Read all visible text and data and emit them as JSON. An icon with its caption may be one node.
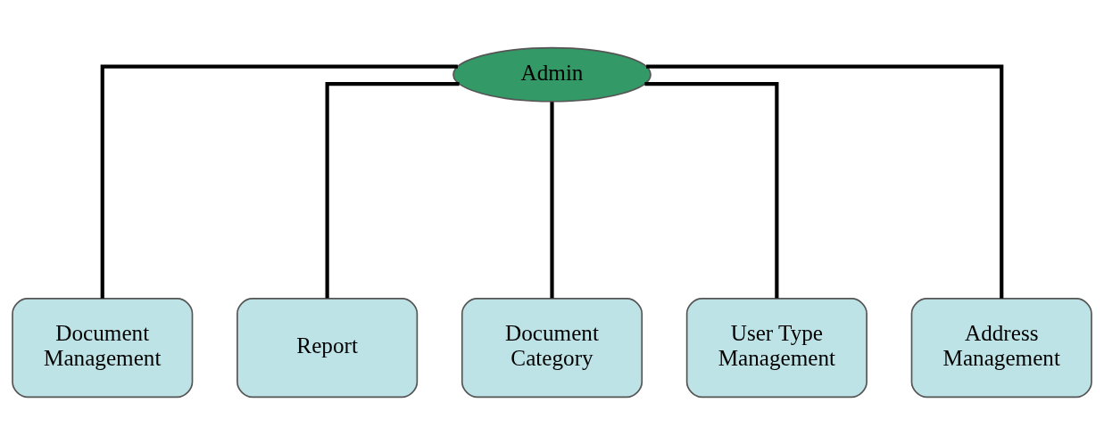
{
  "diagram": {
    "nodes": [
      {
        "text": [
          "Admin"
        ]
      },
      {
        "text": [
          "Document Management"
        ]
      },
      {
        "text": [
          "Report"
        ]
      },
      {
        "text": [
          "Document Category"
        ]
      },
      {
        "text": [
          "User Type Management"
        ]
      },
      {
        "text": [
          "Address Management"
        ]
      }
    ],
    "edges": [
      {
        "from": 0,
        "to": 1,
        "arrow": "none"
      },
      {
        "from": 0,
        "to": 2,
        "arrow": "none"
      },
      {
        "from": 0,
        "to": 3,
        "arrow": "none"
      },
      {
        "from": 0,
        "to": 4,
        "arrow": "none"
      },
      {
        "from": 0,
        "to": 5,
        "arrow": "none"
      }
    ]
  }
}
